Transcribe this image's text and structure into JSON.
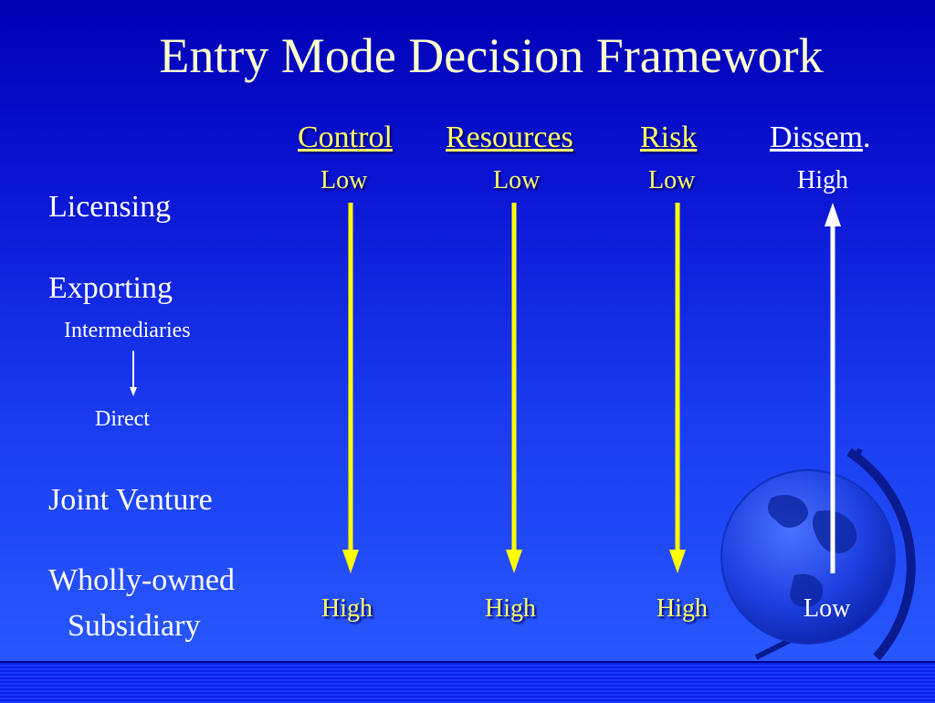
{
  "slide": {
    "title": "Entry Mode Decision Framework",
    "headers": {
      "control": "Control",
      "resources": "Resources",
      "risk": "Risk",
      "dissem": "Dissem",
      "dissem_suffix": "."
    },
    "top_levels": {
      "control": "Low",
      "resources": "Low",
      "risk": "Low",
      "dissem": "High"
    },
    "bottom_levels": {
      "control": "High",
      "resources": "High",
      "risk": "High",
      "dissem": "Low"
    },
    "modes": {
      "licensing": "Licensing",
      "exporting": "Exporting",
      "intermediaries": "Intermediaries",
      "direct": "Direct",
      "joint_venture": "Joint Venture",
      "wholly_owned_1": "Wholly-owned",
      "wholly_owned_2": "Subsidiary"
    },
    "colors": {
      "background": "#1a3cf0",
      "title": "#ffffcc",
      "accent_yellow": "#ffff00",
      "arrow_white": "#ffffff"
    },
    "icons": {
      "globe": "globe-icon"
    }
  }
}
